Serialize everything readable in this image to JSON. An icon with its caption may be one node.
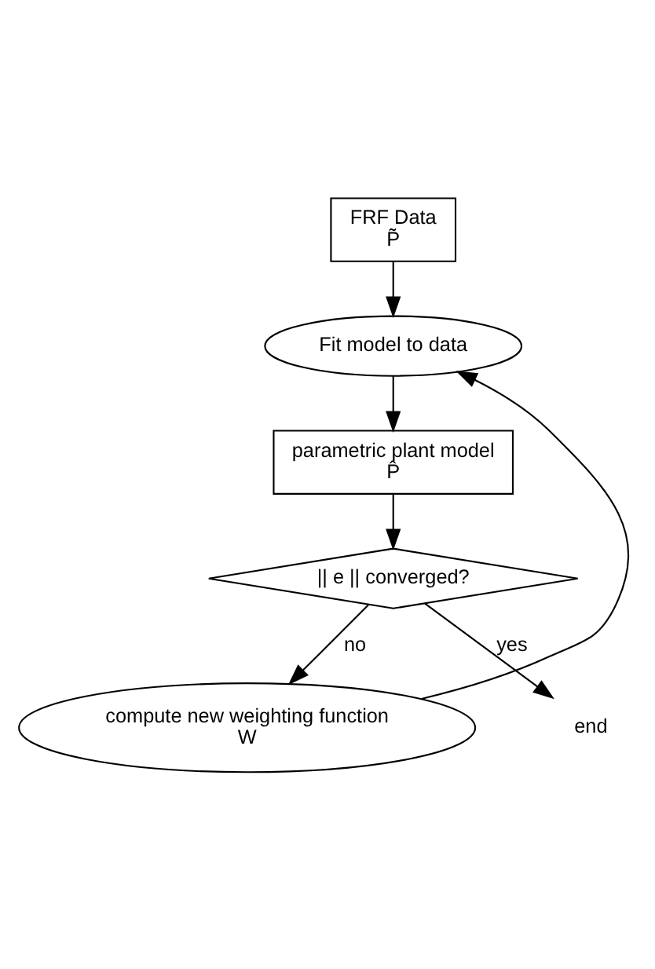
{
  "diagram": {
    "nodes": [
      {
        "text": [
          "FRF Data",
          "P̃"
        ]
      },
      {
        "text": [
          "Fit model to data"
        ]
      },
      {
        "text": [
          "parametric plant model",
          "P̂"
        ]
      },
      {
        "text": [
          "|| e || converged?"
        ]
      },
      {
        "text": [
          "compute new weighting function",
          "W"
        ]
      },
      {
        "text": [
          "end"
        ]
      }
    ],
    "edges": [
      {
        "from": 0,
        "to": 1,
        "arrow": "to"
      },
      {
        "from": 1,
        "to": 2,
        "arrow": "to"
      },
      {
        "from": 2,
        "to": 3,
        "arrow": "to"
      },
      {
        "from": 3,
        "to": 4,
        "arrow": "to",
        "label": "no"
      },
      {
        "from": 3,
        "to": 5,
        "arrow": "to",
        "label": "yes"
      },
      {
        "from": 4,
        "to": 1,
        "arrow": "to"
      }
    ]
  }
}
